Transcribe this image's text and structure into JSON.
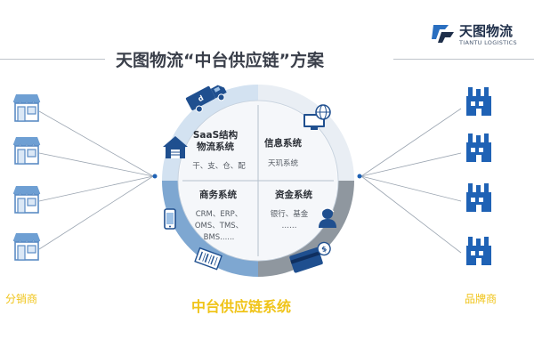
{
  "header": {
    "logo_name": "天图物流",
    "logo_sub": "TIANTU LOGISTICS",
    "title": "天图物流“中台供应链”方案"
  },
  "left_group_label": "分销商",
  "right_group_label": "品牌商",
  "bottom_label": "中台供应链系统",
  "quadrants": {
    "saas": {
      "title_line1": "SaaS结构",
      "title_line2": "物流系统",
      "detail": "干、支、仓、配"
    },
    "info": {
      "title": "信息系统",
      "detail": "天玑系统"
    },
    "commerce": {
      "title": "商务系统",
      "detail_line1": "CRM、ERP、",
      "detail_line2": "OMS、TMS、",
      "detail_line3": "BMS......"
    },
    "finance": {
      "title": "资金系统",
      "detail_line1": "银行、基金",
      "detail_line2": "……"
    }
  },
  "colors": {
    "accent_yellow": "#f0c419",
    "light_blue": "#cfe0f0",
    "mid_blue": "#7ea7d1",
    "dark_blue": "#1f62b5",
    "grey_ring": "#8f979f",
    "title_text": "#3a3f4a"
  }
}
